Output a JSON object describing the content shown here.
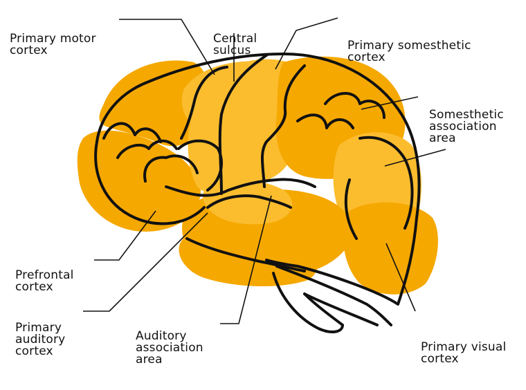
{
  "colors": {
    "blob_main": "#f5a800",
    "blob_light": "#fbbd2e",
    "outline": "#111111",
    "leader": "#111111"
  },
  "labels": {
    "primary_motor": [
      "Primary motor",
      "cortex"
    ],
    "central_sulcus": [
      "Central",
      "sulcus"
    ],
    "primary_somesthetic": [
      "Primary somesthetic",
      "cortex"
    ],
    "somesthetic_association": [
      "Somesthetic",
      "association",
      "area"
    ],
    "prefrontal": [
      "Prefrontal",
      "cortex"
    ],
    "primary_auditory": [
      "Primary",
      "auditory",
      "cortex"
    ],
    "auditory_association": [
      "Auditory",
      "association",
      "area"
    ],
    "primary_visual": [
      "Primary visual",
      "cortex"
    ]
  }
}
